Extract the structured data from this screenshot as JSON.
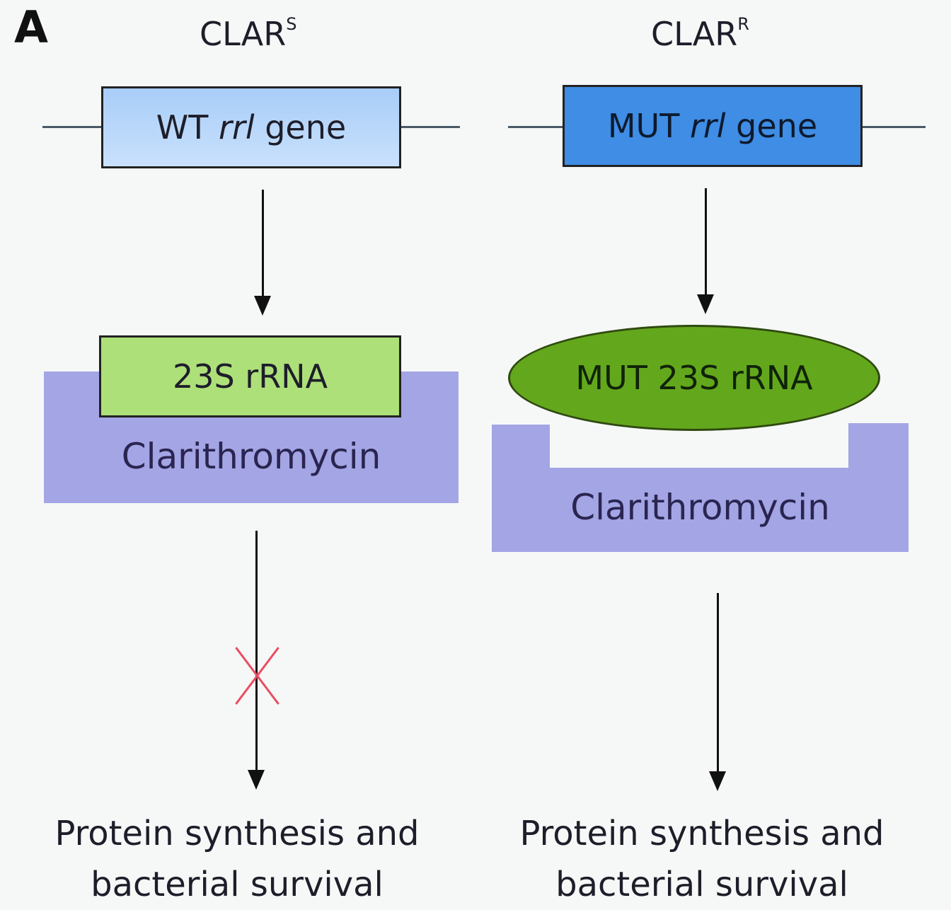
{
  "panel_label": "A",
  "left": {
    "title_main": "CLAR",
    "title_sup": "S",
    "gene_prefix": "WT",
    "gene_italic": "rrl",
    "gene_suffix": "gene",
    "rrna_label": "23S rRNA",
    "drug_label": "Clarithromycin",
    "outcome_line1": "Protein synthesis and",
    "outcome_line2": "bacterial survival"
  },
  "right": {
    "title_main": "CLAR",
    "title_sup": "R",
    "gene_prefix": "MUT",
    "gene_italic": "rrl",
    "gene_suffix": "gene",
    "rrna_label": "MUT 23S rRNA",
    "drug_label": "Clarithromycin",
    "outcome_line1": "Protein synthesis and",
    "outcome_line2": "bacterial survival"
  },
  "colors": {
    "wt_gene": "#b6d6fa",
    "mut_gene": "#3f8de4",
    "wt_rrna": "#aee07a",
    "mut_rrna": "#63a81c",
    "drug": "#a3a5e5",
    "block_mark": "#e94d62"
  }
}
